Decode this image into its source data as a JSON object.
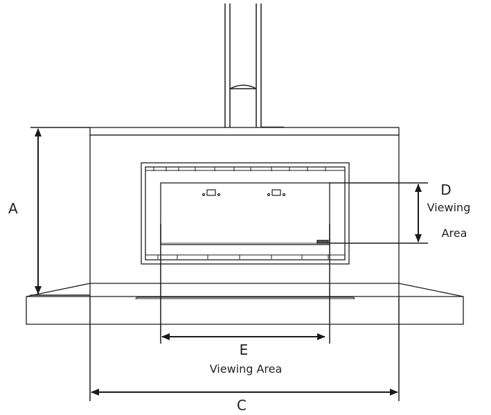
{
  "labels": {
    "a": "A",
    "c": "C",
    "d": "D",
    "d_sub_line1": "Viewing",
    "d_sub_line2": "Area",
    "e": "E",
    "e_sub": "Viewing Area"
  },
  "colors": {
    "line": "#1a1a1a",
    "fill": "#ffffff"
  }
}
